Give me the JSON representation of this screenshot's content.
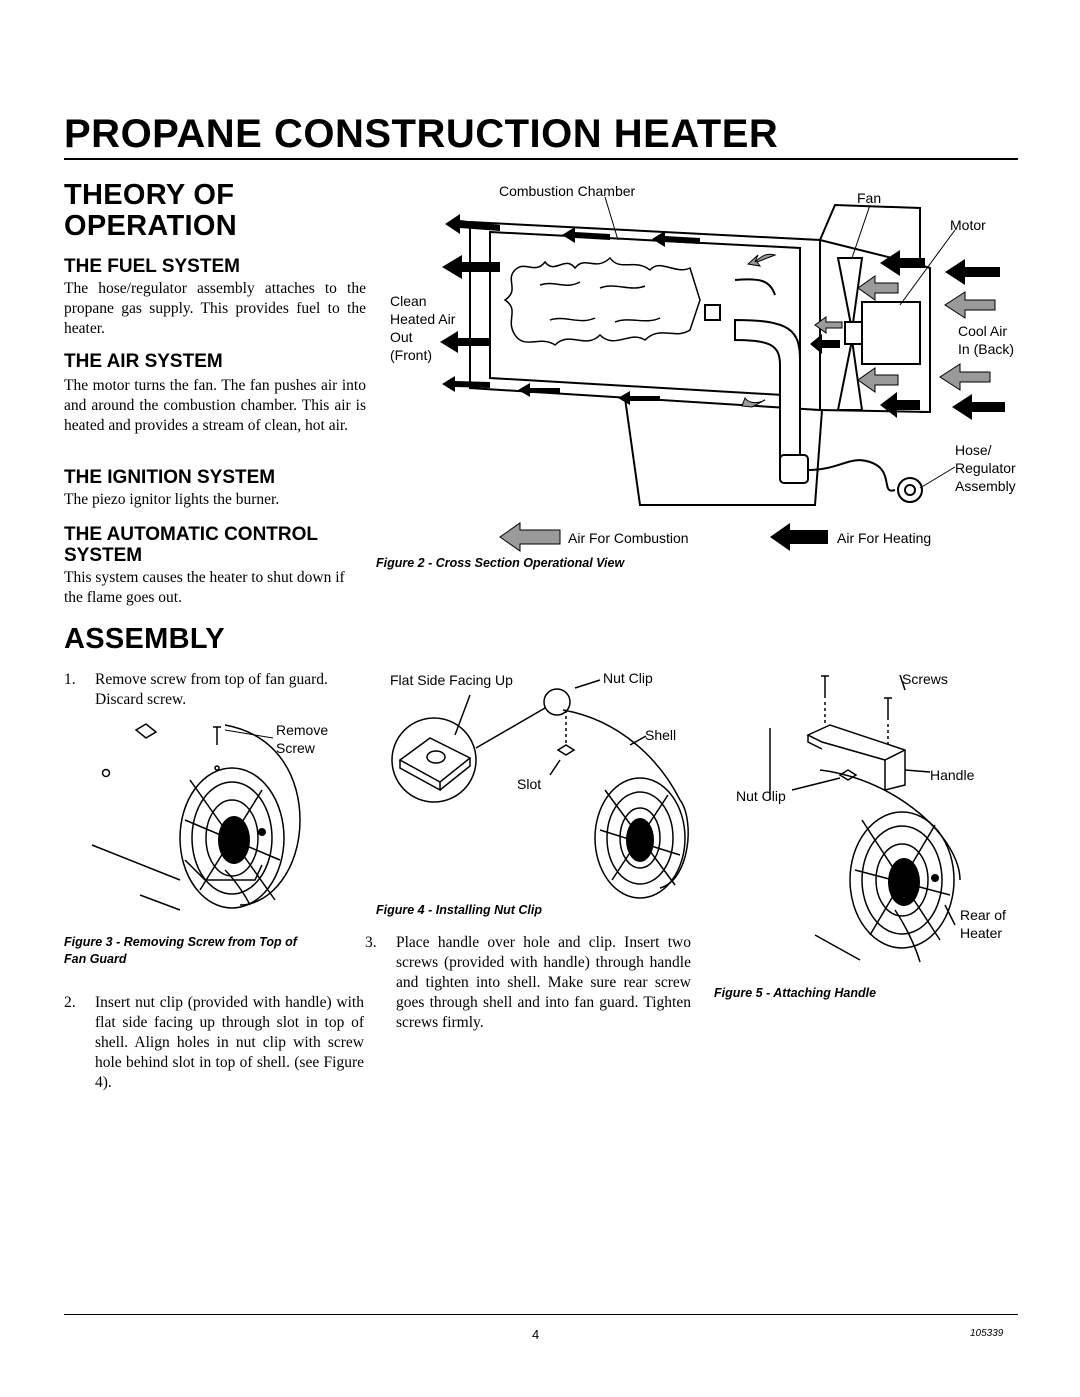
{
  "page_title": "PROPANE CONSTRUCTION HEATER",
  "theory": {
    "heading_line1": "THEORY OF",
    "heading_line2": "OPERATION",
    "fuel": {
      "heading": "THE FUEL SYSTEM",
      "text": "The hose/regulator assembly attaches to the propane gas supply. This provides fuel to the heater."
    },
    "air": {
      "heading": "THE AIR SYSTEM",
      "text": "The motor turns the fan. The fan pushes air into and around the combustion chamber. This air is heated and provides a stream of clean, hot air."
    },
    "ignition": {
      "heading": "THE IGNITION SYSTEM",
      "text": "The piezo ignitor lights the burner."
    },
    "control": {
      "heading_line1": "THE AUTOMATIC CONTROL",
      "heading_line2": "SYSTEM",
      "text": "This system causes the heater to shut down if the flame goes out."
    }
  },
  "figure2": {
    "labels": {
      "combustion_chamber": "Combustion Chamber",
      "fan": "Fan",
      "motor": "Motor",
      "clean": "Clean",
      "heated_air": "Heated Air",
      "out": "Out",
      "front": "(Front)",
      "cool_air": "Cool Air",
      "in_back": "In (Back)",
      "hose": "Hose/",
      "regulator": "Regulator",
      "assembly": "Assembly"
    },
    "legend": {
      "combustion": "Air For Combustion",
      "heating": "Air For Heating",
      "combustion_color": "#9a9a9a",
      "heating_color": "#000000"
    },
    "caption": "Figure 2 - Cross Section Operational View"
  },
  "assembly": {
    "heading": "ASSEMBLY",
    "steps": [
      {
        "num": "1.",
        "text": "Remove screw from top of fan guard. Discard screw."
      },
      {
        "num": "2.",
        "text": "Insert nut clip (provided with handle) with flat side facing up through slot in top of shell. Align holes in nut clip with screw hole behind slot in top of shell. (see Figure 4)."
      },
      {
        "num": "3.",
        "text": "Place handle over hole and clip. Insert two screws (provided with handle) through handle and tighten into shell. Make sure rear screw goes through shell and into fan guard. Tighten screws firmly."
      }
    ]
  },
  "figure3": {
    "labels": {
      "remove": "Remove",
      "screw": "Screw"
    },
    "caption_line1": "Figure 3 - Removing Screw from Top of",
    "caption_line2": "Fan Guard"
  },
  "figure4": {
    "labels": {
      "flat_side": "Flat Side Facing Up",
      "nut_clip": "Nut Clip",
      "shell": "Shell",
      "slot": "Slot"
    },
    "caption": "Figure 4 - Installing Nut Clip"
  },
  "figure5": {
    "labels": {
      "screws": "Screws",
      "handle": "Handle",
      "nut_clip": "Nut Clip",
      "rear_of": "Rear of",
      "heater": "Heater"
    },
    "caption": "Figure 5 - Attaching Handle"
  },
  "footer": {
    "page_number": "4",
    "doc_number": "105339"
  }
}
